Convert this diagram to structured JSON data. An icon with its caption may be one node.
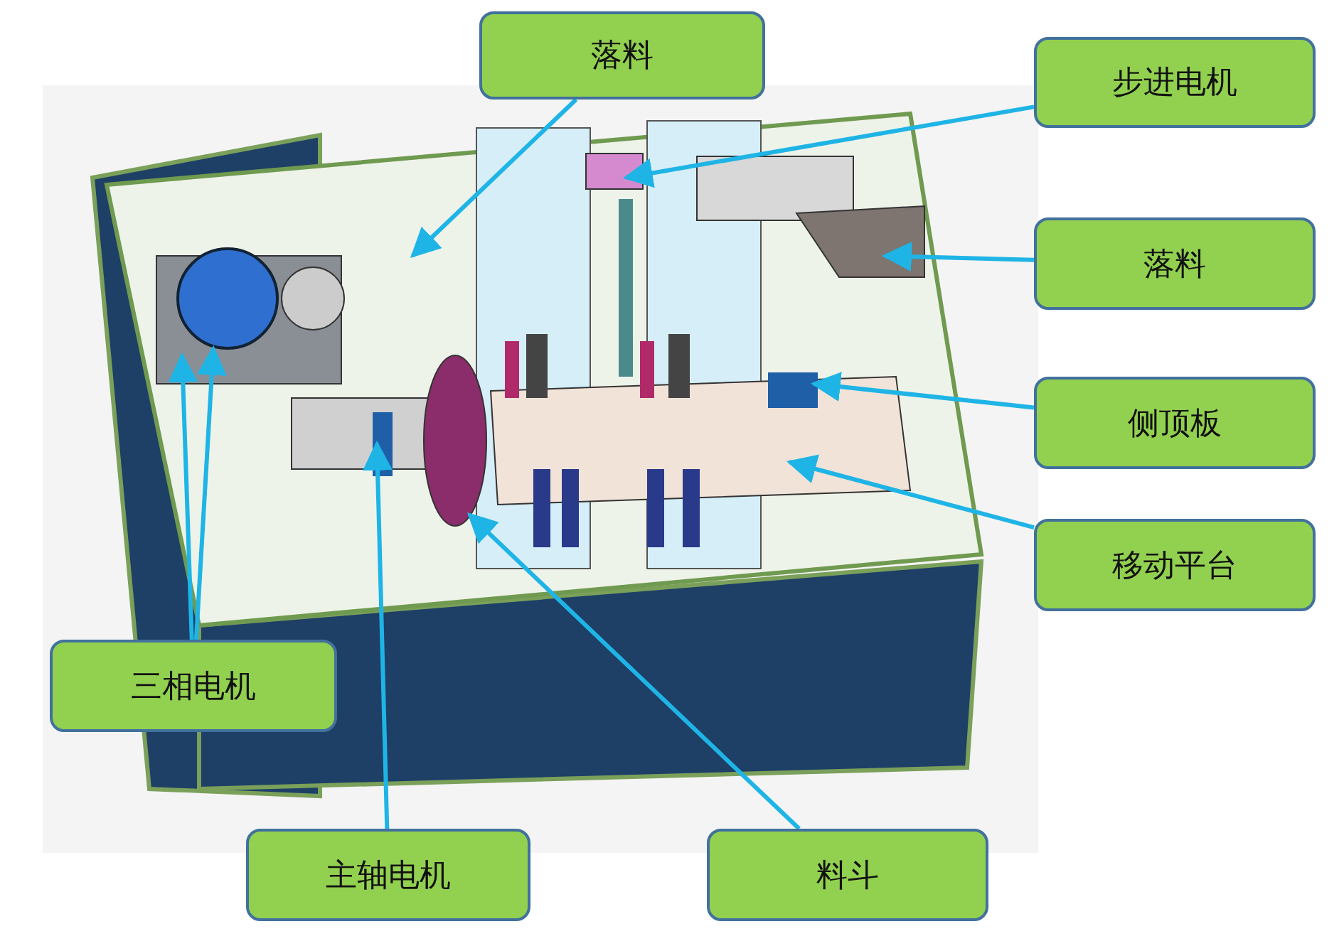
{
  "diagram": {
    "nodes": [
      {
        "text": [
          "落料"
        ]
      },
      {
        "text": [
          "步进电机"
        ]
      },
      {
        "text": [
          "落料"
        ]
      },
      {
        "text": [
          "侧顶板"
        ]
      },
      {
        "text": [
          "移动平台"
        ]
      },
      {
        "text": [
          "三相电机"
        ]
      },
      {
        "text": [
          "主轴电机"
        ]
      },
      {
        "text": [
          "料斗"
        ]
      }
    ],
    "edges": [
      {
        "from": 0,
        "to": null,
        "arrow": "to"
      },
      {
        "from": 1,
        "to": null,
        "arrow": "to"
      },
      {
        "from": 2,
        "to": null,
        "arrow": "to"
      },
      {
        "from": 3,
        "to": null,
        "arrow": "to"
      },
      {
        "from": 4,
        "to": null,
        "arrow": "to"
      },
      {
        "from": 5,
        "to": null,
        "arrow": "to"
      },
      {
        "from": 5,
        "to": null,
        "arrow": "to"
      },
      {
        "from": 6,
        "to": null,
        "arrow": "to"
      },
      {
        "from": 7,
        "to": null,
        "arrow": "to"
      }
    ]
  }
}
